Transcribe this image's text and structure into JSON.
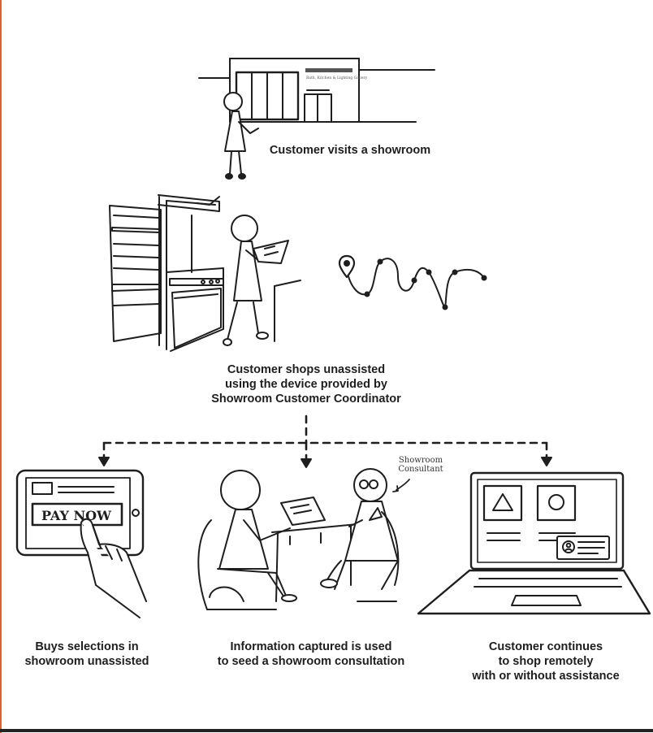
{
  "steps": {
    "visit": {
      "caption": "Customer visits a showroom"
    },
    "shop": {
      "caption": [
        "Customer shops unassisted",
        "using the device provided by",
        "Showroom Customer Coordinator"
      ]
    },
    "buy": {
      "caption": [
        "Buys selections in",
        "showroom unassisted"
      ]
    },
    "consult": {
      "caption": [
        "Information captured is used",
        "to seed a showroom consultation"
      ],
      "consultant_label": [
        "Showroom",
        "Consultant"
      ]
    },
    "remote": {
      "caption": [
        "Customer continues",
        "to shop remotely",
        "with or without assistance"
      ]
    }
  },
  "storefront": {
    "tagline": "Bath, Kitchen & Lighting Gallery"
  },
  "tablet_button": {
    "label": "PAY NOW"
  },
  "colors": {
    "border_accent": "#d2643c",
    "ink": "#1e1e1e",
    "background": "#ffffff"
  }
}
